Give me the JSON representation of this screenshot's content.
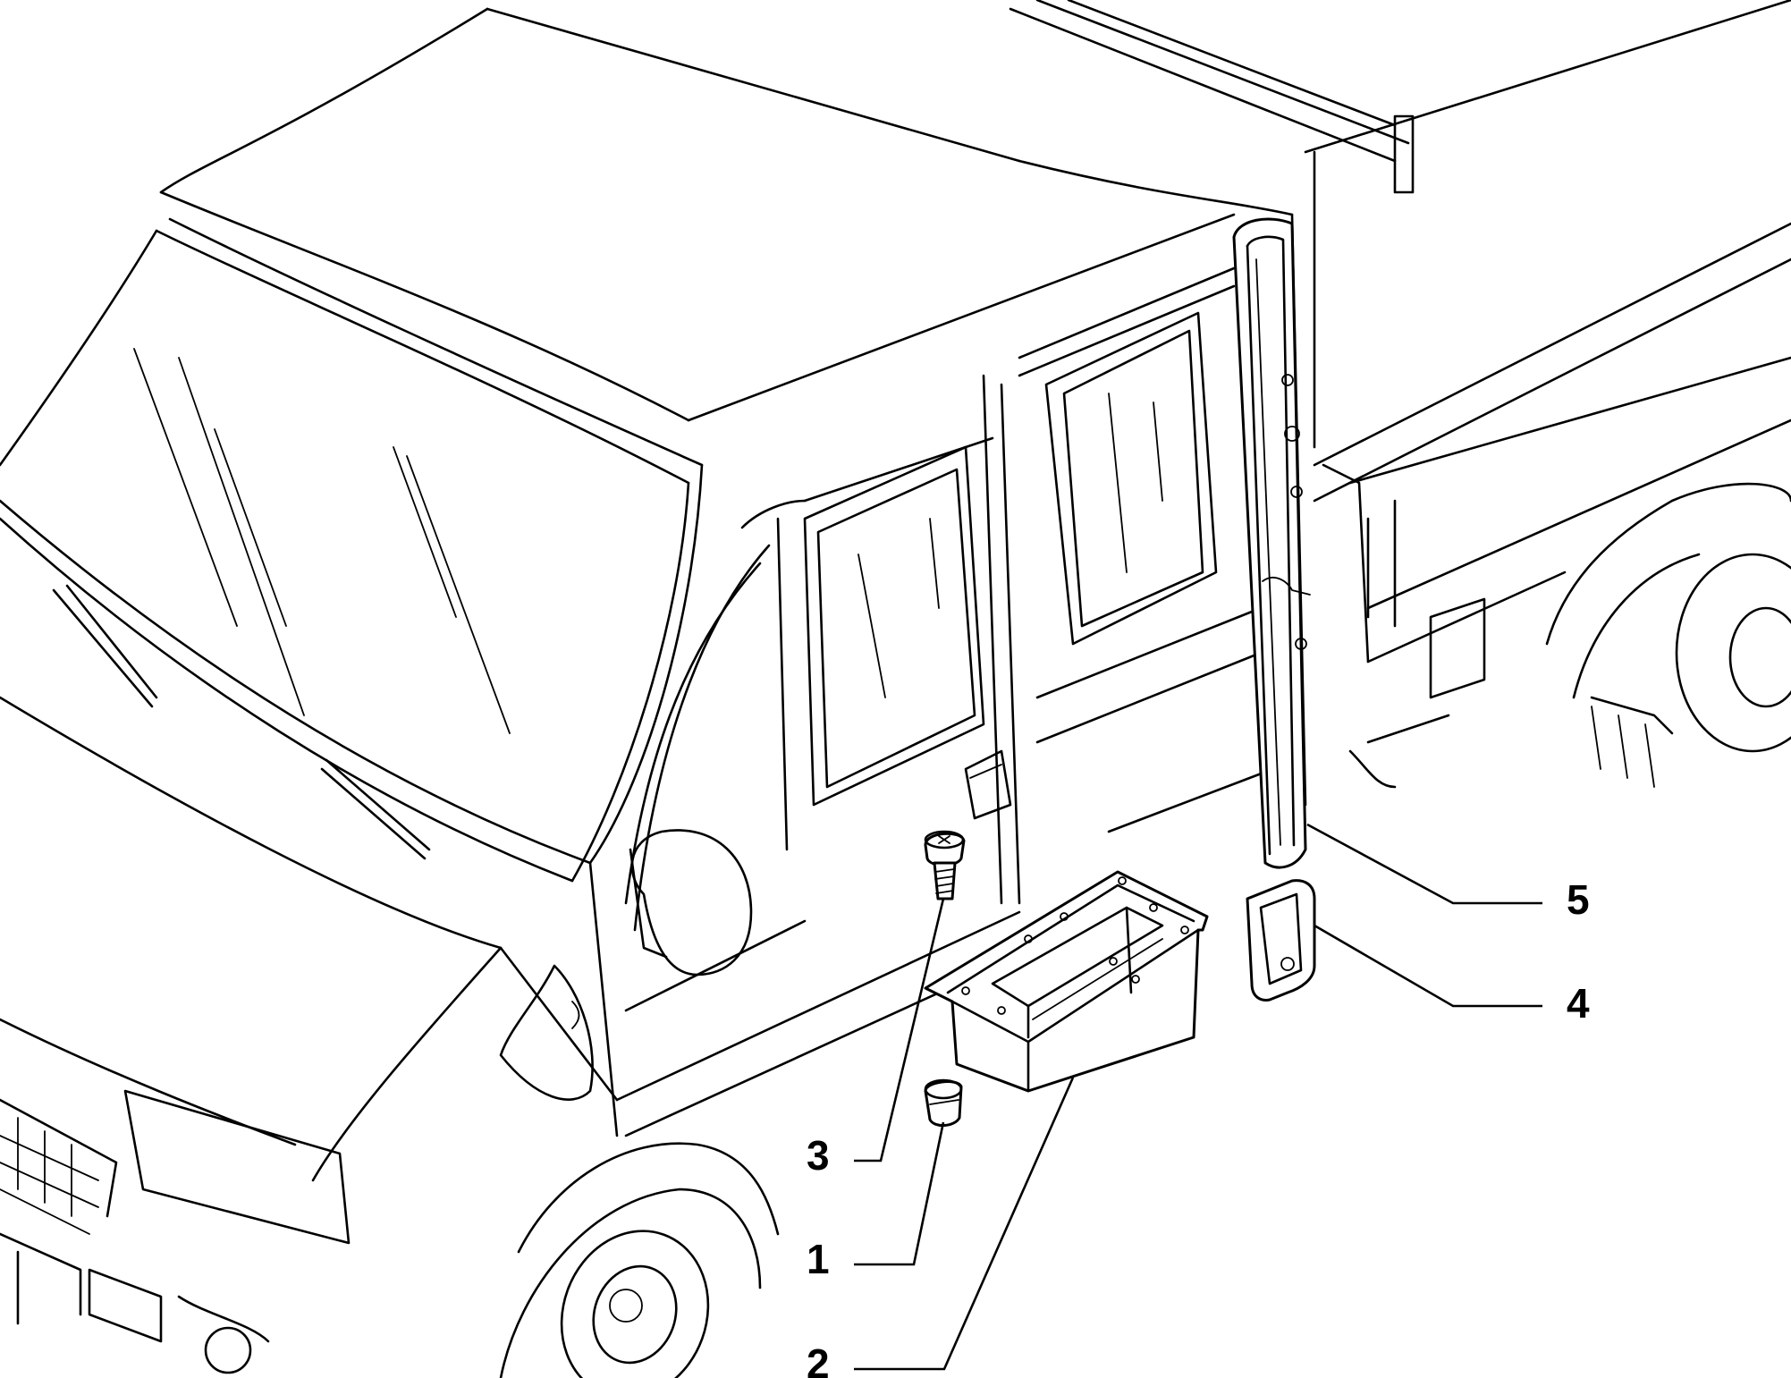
{
  "callouts": [
    {
      "id": "part-1",
      "label": "1"
    },
    {
      "id": "part-2",
      "label": "2"
    },
    {
      "id": "part-3",
      "label": "3"
    },
    {
      "id": "part-4",
      "label": "4"
    },
    {
      "id": "part-5",
      "label": "5"
    }
  ]
}
